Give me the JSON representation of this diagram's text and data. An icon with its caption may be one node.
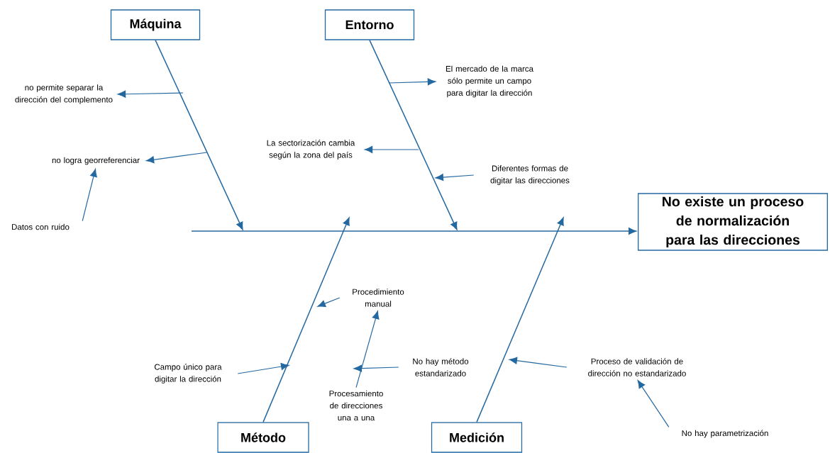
{
  "diagram": {
    "nodes": [
      {
        "text": [
          "Máquina"
        ]
      },
      {
        "text": [
          "Entorno"
        ]
      },
      {
        "text": [
          "No existe un proceso de normalización para las direcciones"
        ]
      },
      {
        "text": [
          "Método"
        ]
      },
      {
        "text": [
          "Medición"
        ]
      },
      {
        "text": [
          "no permite separar la dirección del complemento"
        ]
      },
      {
        "text": [
          "no logra georreferenciar"
        ]
      },
      {
        "text": [
          "Datos con ruido"
        ]
      },
      {
        "text": [
          "El mercado de la marca sólo permite un campo para digitar la dirección"
        ]
      },
      {
        "text": [
          "La sectorización cambia según la zona del país"
        ]
      },
      {
        "text": [
          "Diferentes formas de digitar las direcciones"
        ]
      },
      {
        "text": [
          "Procedimiento manual"
        ]
      },
      {
        "text": [
          "Campo único para digitar la dirección"
        ]
      },
      {
        "text": [
          "No hay método estandarizado"
        ]
      },
      {
        "text": [
          "Procesamiento de direcciones una a una"
        ]
      },
      {
        "text": [
          "Proceso de validación de dirección no estandarizado"
        ]
      },
      {
        "text": [
          "No hay parametrización"
        ]
      }
    ],
    "edges": [
      {
        "from": null,
        "to": 2,
        "arrow": "to"
      },
      {
        "from": 0,
        "to": null,
        "arrow": "to"
      },
      {
        "from": 1,
        "to": null,
        "arrow": "to"
      },
      {
        "from": 3,
        "to": null,
        "arrow": "to"
      },
      {
        "from": 4,
        "to": null,
        "arrow": "to"
      },
      {
        "from": null,
        "to": 5,
        "arrow": "to"
      },
      {
        "from": null,
        "to": 6,
        "arrow": "to"
      },
      {
        "from": 7,
        "to": 6,
        "arrow": "to"
      },
      {
        "from": null,
        "to": 8,
        "arrow": "to"
      },
      {
        "from": null,
        "to": 9,
        "arrow": "to"
      },
      {
        "from": 10,
        "to": null,
        "arrow": "to"
      },
      {
        "from": 11,
        "to": null,
        "arrow": "to"
      },
      {
        "from": 12,
        "to": null,
        "arrow": "to"
      },
      {
        "from": 13,
        "to": null,
        "arrow": "to"
      },
      {
        "from": 14,
        "to": 11,
        "arrow": "to"
      },
      {
        "from": 15,
        "to": null,
        "arrow": "to"
      },
      {
        "from": 16,
        "to": 15,
        "arrow": "to"
      }
    ]
  }
}
